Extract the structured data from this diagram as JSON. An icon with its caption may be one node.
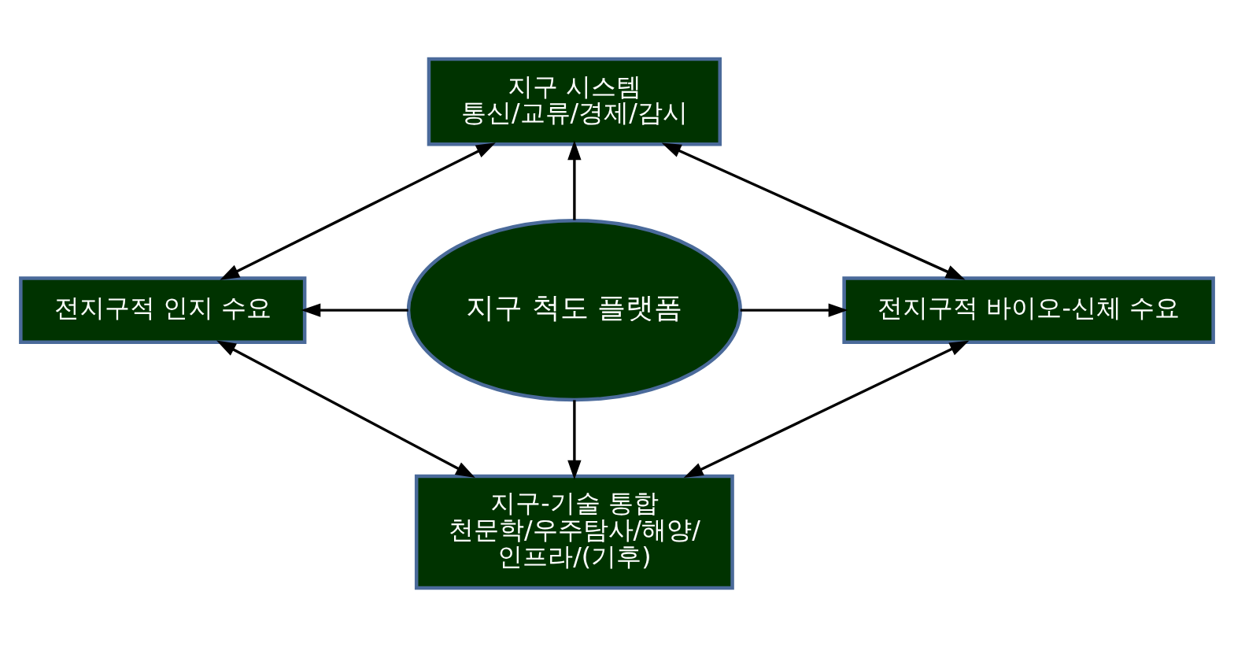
{
  "diagram": {
    "nodes": [
      {
        "text": [
          "지구 시스템",
          "통신/교류/경제/감시"
        ]
      },
      {
        "text": [
          "전지구적 인지 수요"
        ]
      },
      {
        "text": [
          "지구 척도 플랫폼"
        ]
      },
      {
        "text": [
          "전지구적 바이오-신체 수요"
        ]
      },
      {
        "text": [
          "지구-기술 통합",
          "천문학/우주탐사/해양/ 인프라/(기후)"
        ]
      }
    ],
    "edges": [
      {
        "from": 2,
        "to": 0,
        "arrow": "to"
      },
      {
        "from": 2,
        "to": 1,
        "arrow": "to"
      },
      {
        "from": 2,
        "to": 3,
        "arrow": "to"
      },
      {
        "from": 2,
        "to": 4,
        "arrow": "to"
      },
      {
        "from": 0,
        "to": 1,
        "arrow": "both"
      },
      {
        "from": 0,
        "to": 3,
        "arrow": "both"
      },
      {
        "from": 1,
        "to": 4,
        "arrow": "both"
      },
      {
        "from": 3,
        "to": 4,
        "arrow": "both"
      }
    ]
  }
}
